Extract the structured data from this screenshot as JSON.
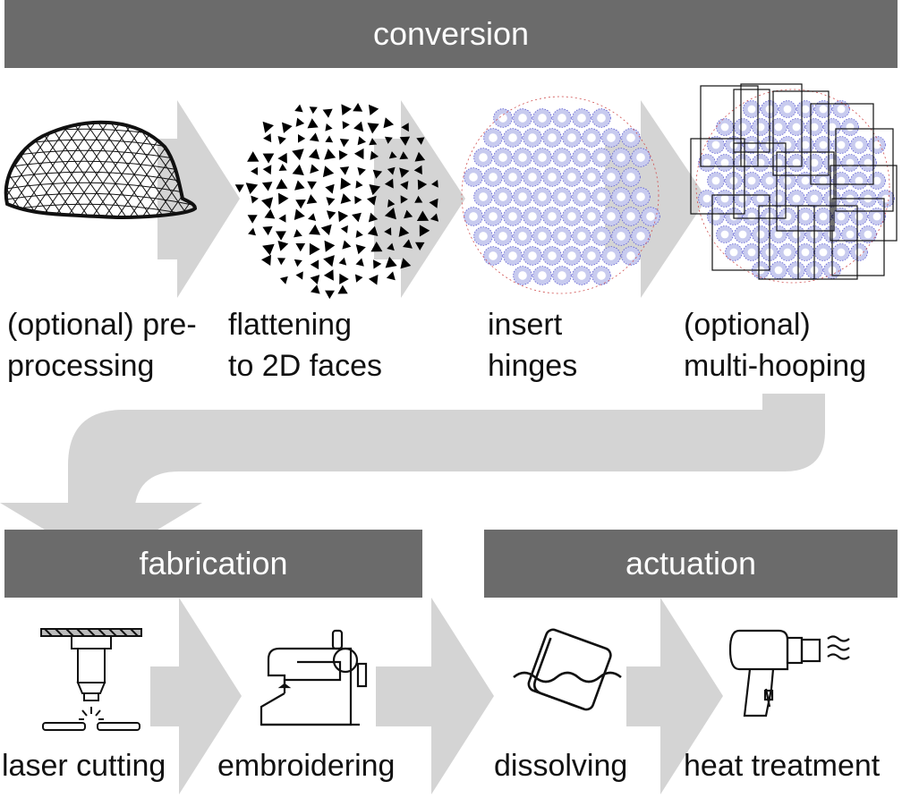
{
  "banners": {
    "conversion": "conversion",
    "fabrication": "fabrication",
    "actuation": "actuation"
  },
  "steps": {
    "preprocessing": [
      "(optional) pre-",
      "processing"
    ],
    "flattening": [
      "flattening",
      "to 2D faces"
    ],
    "hinges": [
      "insert",
      "hinges"
    ],
    "multihooping": [
      "(optional)",
      "multi-hooping"
    ],
    "laser": "laser cutting",
    "embroidering": "embroidering",
    "dissolving": "dissolving",
    "heat": "heat treatment"
  },
  "colors": {
    "banner": "#6b6b6b",
    "arrow": "#d4d4d4",
    "hinge_fill": "#c8cbef",
    "hinge_stroke": "#5a5ad0",
    "hinge_accent": "#d05050"
  },
  "icons": {
    "cap": "cap-mesh-icon",
    "triangles": "flattened-triangles-icon",
    "hinges": "hinge-pattern-icon",
    "hoops": "multi-hoop-icon",
    "laser": "laser-cutter-icon",
    "sewing": "sewing-machine-icon",
    "dissolve": "dissolving-icon",
    "heatgun": "heat-gun-icon"
  }
}
